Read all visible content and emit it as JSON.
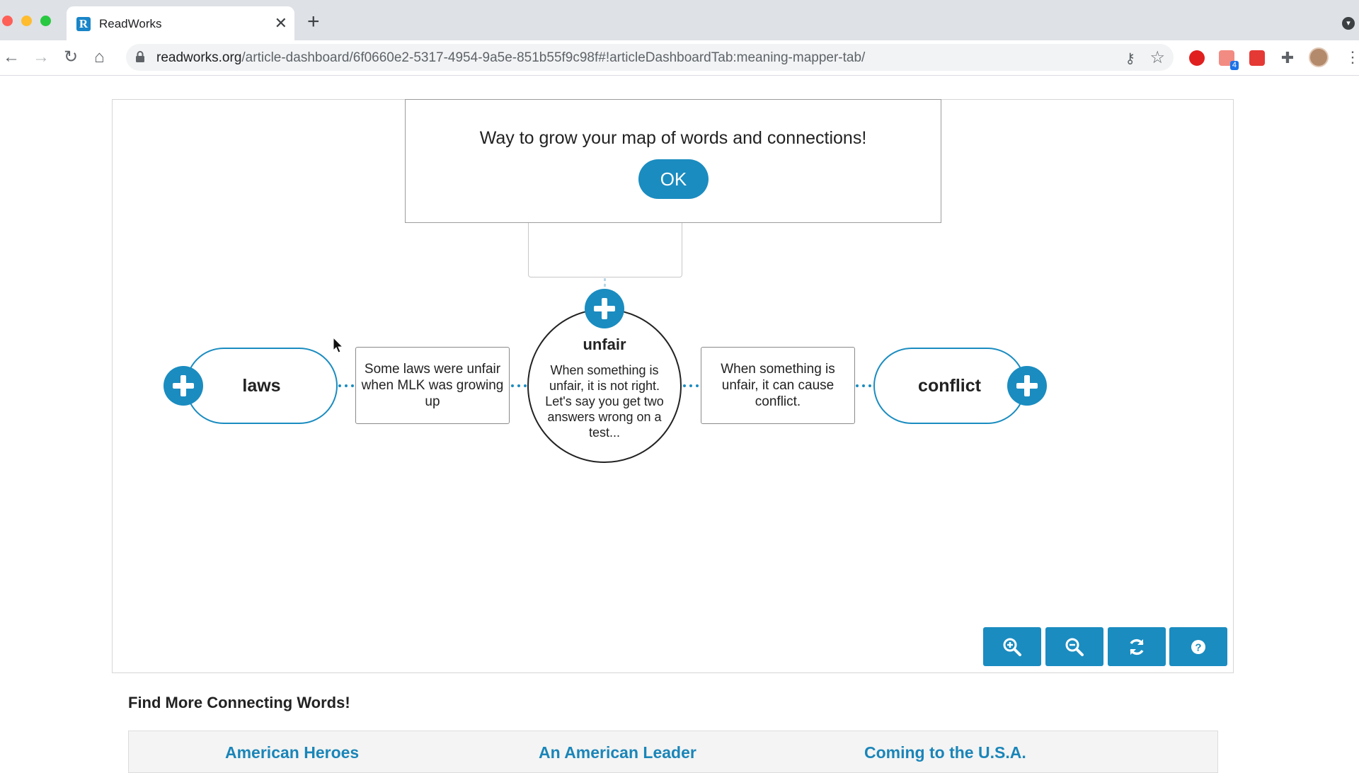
{
  "browser": {
    "tab_title": "ReadWorks",
    "tab_favicon_letter": "R",
    "url_domain": "readworks.org",
    "url_path": "/article-dashboard/6f0660e2-5317-4954-9a5e-851b55f9c98f#!articleDashboardTab:meaning-mapper-tab/",
    "extension_badge": "4"
  },
  "modal": {
    "message": "Way to grow your map of words and connections!",
    "ok_label": "OK"
  },
  "map": {
    "left_word": "laws",
    "left_connection": "Some laws were unfair when MLK was growing up",
    "center_word": "unfair",
    "center_definition": "When something is unfair, it is not right. Let's say you get two answers wrong on a test...",
    "right_connection": "When something is unfair, it can cause conflict.",
    "right_word": "conflict"
  },
  "controls": [
    "zoom-in-icon",
    "zoom-out-icon",
    "refresh-icon",
    "help-icon"
  ],
  "more_words": {
    "heading": "Find More Connecting Words!",
    "articles": [
      "American Heroes",
      "An American Leader",
      "Coming to the U.S.A."
    ]
  },
  "colors": {
    "accent": "#1a8cc0",
    "link": "#1a85b8",
    "tab_strip": "#dee1e6"
  }
}
